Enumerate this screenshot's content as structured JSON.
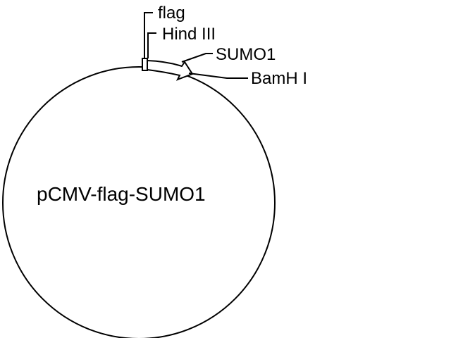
{
  "plasmid": {
    "name": "pCMV-flag-SUMO1"
  },
  "features": {
    "flag": "flag",
    "hind3": "Hind III",
    "sumo1": "SUMO1",
    "bamh1": "BamH I"
  }
}
